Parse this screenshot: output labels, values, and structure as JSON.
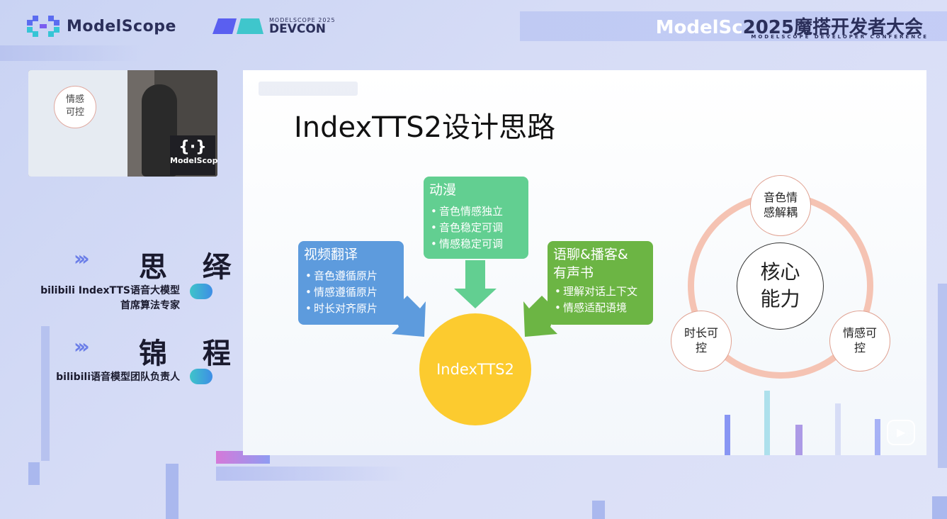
{
  "header": {
    "modelscope_logo": "ModelScope",
    "devcon_small": "MODELSCOPE 2025",
    "devcon_big": "DEVCON",
    "title_prefix": "ModelSc",
    "title_suffix": "2025魔搭开发者大会",
    "subtitle": "MODELSCOPE DEVELOPER CONFERENCE"
  },
  "camera": {
    "circle_text": "情感可控",
    "logo_word": "ModelScope"
  },
  "speakers": [
    {
      "name": "思 绎",
      "role_line1": "bilibili IndexTTS语音大模型",
      "role_line2": "首席算法专家"
    },
    {
      "name": "锦 程",
      "role_line1": "bilibili语音模型团队负责人"
    }
  ],
  "slide": {
    "title": "IndexTTS2设计思路",
    "boxes": {
      "video": {
        "title": "视频翻译",
        "items": [
          "音色遵循原片",
          "情感遵循原片",
          "时长对齐原片"
        ]
      },
      "anime": {
        "title": "动漫",
        "items": [
          "音色情感独立",
          "音色稳定可调",
          "情感稳定可调"
        ]
      },
      "chat": {
        "title_line1": "语聊&播客&",
        "title_line2": "有声书",
        "items": [
          "理解对话上下文",
          "情感适配语境"
        ]
      }
    },
    "center": "IndexTTS2",
    "core": {
      "center_line1": "核心",
      "center_line2": "能力",
      "node_top_line1": "音色情",
      "node_top_line2": "感解耦",
      "node_left_line1": "时长可",
      "node_left_line2": "控",
      "node_right_line1": "情感可",
      "node_right_line2": "控"
    }
  },
  "colors": {
    "video_box": "#5d9bdd",
    "anime_box": "#62cf91",
    "chat_box": "#6cb544",
    "center_circle": "#fccb2f",
    "ring": "#f5c3b3"
  },
  "icons": [
    "modelscope-logo-icon",
    "devcon-logo-icon",
    "bilibili-cloud-icon",
    "play-icon"
  ]
}
